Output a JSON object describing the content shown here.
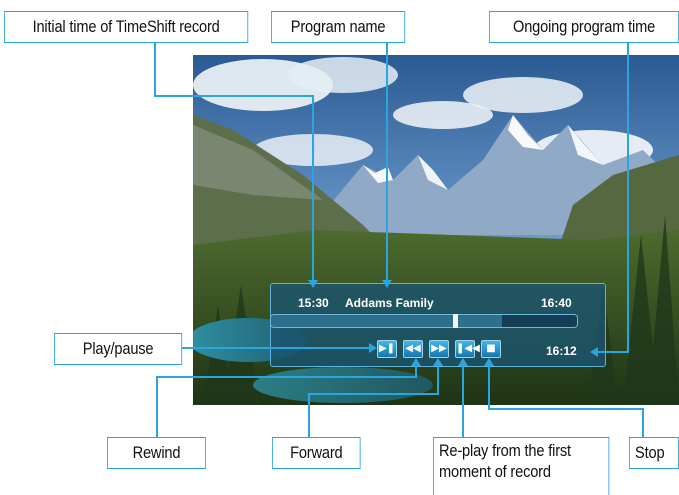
{
  "callouts": {
    "initial_time": "Initial time of TimeShift record",
    "program_name": "Program name",
    "ongoing_time": "Ongoing program time",
    "play_pause": "Play/pause",
    "rewind": "Rewind",
    "forward": "Forward",
    "replay_line1": "Re-play from the first",
    "replay_line2": "moment of record",
    "stop": "Stop"
  },
  "osd": {
    "start_time": "15:30",
    "program_name": "Addams Family",
    "end_time": "16:40",
    "current_time": "16:12",
    "progress_fraction": 0.6,
    "buffered_fraction": 0.75
  },
  "controls": {
    "play_pause_icon": "play-pause-icon",
    "rewind_icon": "rewind-icon",
    "forward_icon": "fast-forward-icon",
    "replay_icon": "skip-to-start-icon",
    "stop_icon": "stop-icon"
  },
  "colors": {
    "callout_line": "#2aa5e0",
    "osd_background": "#1b546e",
    "button": "#1f8fcc"
  }
}
